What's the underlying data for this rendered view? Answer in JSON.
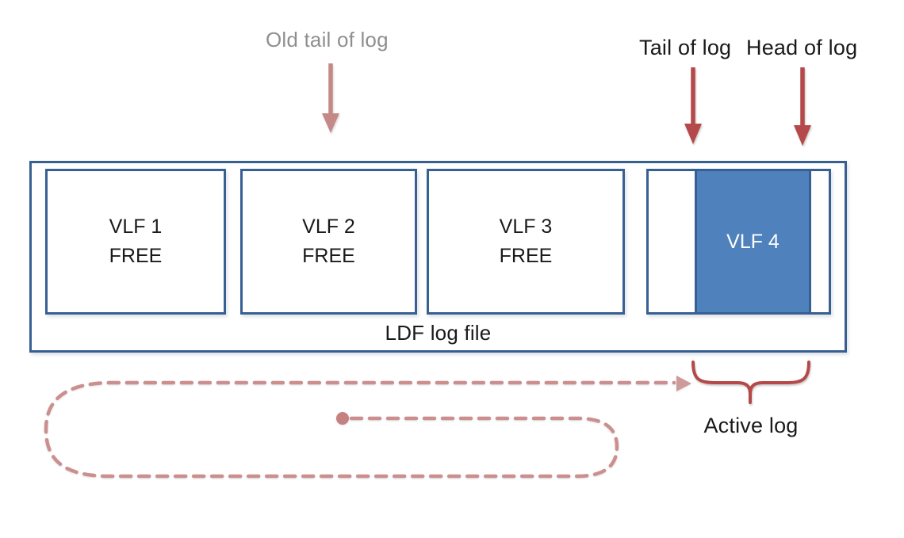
{
  "diagram": {
    "title_labels": {
      "old_tail": "Old tail of log",
      "tail": "Tail of log",
      "head": "Head of log"
    },
    "container_label": "LDF log file",
    "active_label": "Active log",
    "vlfs": [
      {
        "name": "VLF 1",
        "status": "FREE",
        "active": false
      },
      {
        "name": "VLF 2",
        "status": "FREE",
        "active": false
      },
      {
        "name": "VLF 3",
        "status": "FREE",
        "active": false
      },
      {
        "name": "VLF 4",
        "status": "",
        "active": true
      }
    ]
  },
  "colors": {
    "box_border": "#376092",
    "active_fill": "#4F81BD",
    "arrow_red": "#B5494A",
    "arrow_muted": "#C58987",
    "dash": "#CC8F8F",
    "dot": "#C58080",
    "dash_arrow": "#CE9B9A",
    "gray_text": "#8F8F8F",
    "text": "#1a1a1a"
  }
}
